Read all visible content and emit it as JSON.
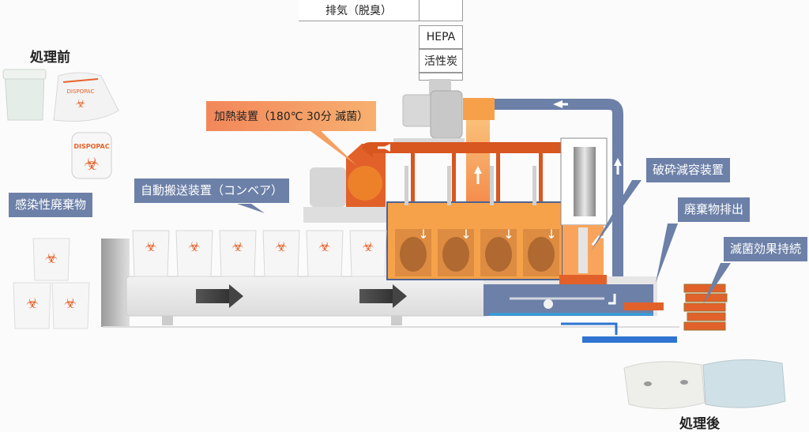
{
  "labels": {
    "before": "処理前",
    "after": "処理後",
    "infectious_waste": "感染性廃棄物",
    "conveyor": "自動搬送装置（コンベア）",
    "heater": "加熱装置（180℃ 30分 滅菌）",
    "exhaust": "排気（脱臭）",
    "hepa": "HEPA",
    "activated_carbon": "活性炭",
    "crusher": "破砕減容装置",
    "discharge": "廃棄物排出",
    "sterile_effect": "滅菌効果持続",
    "dispopac_brand": "DISPOPAC"
  },
  "colors": {
    "callout_blue": "#6c80a8",
    "heater_orange": "#e2612a",
    "chamber_orange": "#f7a04a",
    "biohazard": "#e8622a",
    "duct_blue": "#6c80a8",
    "water_blue": "#2f74d0"
  },
  "icons": {
    "biohazard": "☣",
    "arrow_right": "→",
    "arrow_up": "↑",
    "arrow_down": "↓",
    "arrow_left": "←"
  },
  "conveyor_bins": 6,
  "chamber_cells": 4
}
